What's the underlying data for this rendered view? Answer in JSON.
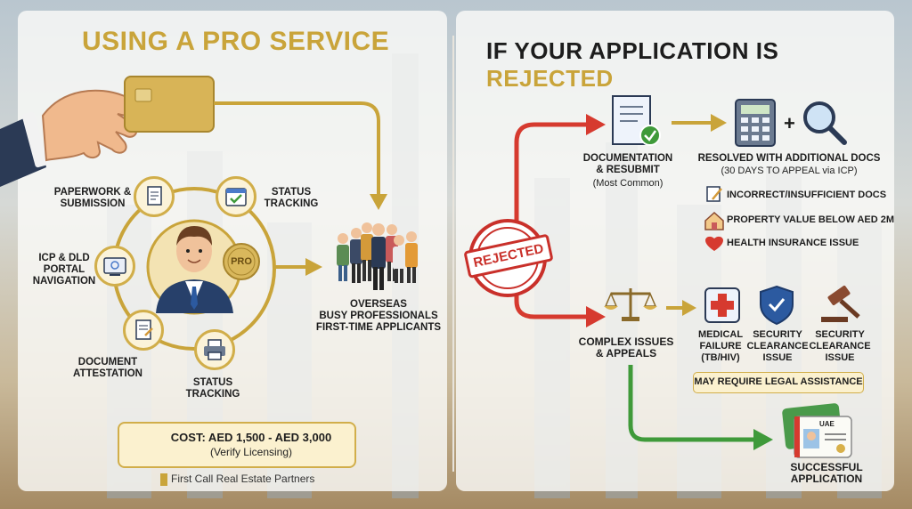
{
  "left": {
    "title": "USING A PRO SERVICE",
    "pro_badge": "PRO",
    "steps": {
      "paperwork": "PAPERWORK &\nSUBMISSION",
      "status_top": "STATUS\nTRACKING",
      "portal": "ICP & DLD\nPORTAL\nNAVIGATION",
      "attestation": "DOCUMENT\nATTESTATION",
      "status_bottom": "STATUS\nTRACKING"
    },
    "audience": [
      "OVERSEAS",
      "BUSY PROFESSIONALS",
      "FIRST-TIME APPLICANTS"
    ],
    "cost_label": "COST: AED 1,500 - AED 3,000",
    "cost_note": "(Verify Licensing)",
    "footer": "First Call Real Estate Partners"
  },
  "right": {
    "title_main": "IF YOUR APPLICATION IS ",
    "title_accent": "REJECTED",
    "stamp": "REJECTED",
    "resubmit_label": "DOCUMENTATION\n& RESUBMIT",
    "resubmit_note": "(Most Common)",
    "resolved_label": "RESOLVED WITH ADDITIONAL DOCS",
    "resolved_note": "(30 DAYS TO APPEAL via ICP)",
    "issues": [
      {
        "icon": "edit-icon",
        "text": "INCORRECT/INSUFFICIENT DOCS"
      },
      {
        "icon": "house-icon",
        "text": "PROPERTY VALUE BELOW AED 2M"
      },
      {
        "icon": "heart-icon",
        "text": "HEALTH INSURANCE ISSUE"
      }
    ],
    "complex_label": "COMPLEX ISSUES\n& APPEALS",
    "appeal_items": [
      {
        "icon": "medical-kit-icon",
        "text": "MEDICAL\nFAILURE\n(TB/HIV)"
      },
      {
        "icon": "shield-icon",
        "text": "SECURITY\nCLEARANCE\nISSUE"
      },
      {
        "icon": "gavel-icon",
        "text": "SECURITY\nCLEARANCE\nISSUE"
      }
    ],
    "legal_note": "MAY REQUIRE LEGAL ASSISTANCE",
    "id_card_text": "UAE",
    "success_label": "SUCCESSFUL\nAPPLICATION"
  },
  "colors": {
    "gold": "#c9a43a",
    "red": "#d63a2f",
    "green": "#3f9a3a",
    "dark": "#1d1d1d"
  }
}
